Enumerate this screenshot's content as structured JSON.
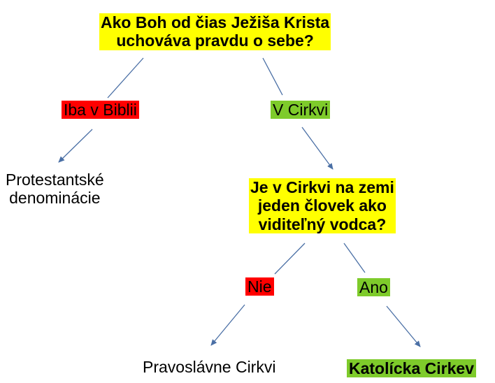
{
  "question1": [
    "Ako Boh od čias Ježiša Krista",
    "uchováva pravdu o sebe?"
  ],
  "answer_bible": "Iba v Biblii",
  "answer_church": "V Cirkvi",
  "result_protestant": [
    "Protestantské",
    "denominácie"
  ],
  "question2": [
    "Je v Cirkvi na zemi",
    "jeden človek ako",
    "viditeľný vodca?"
  ],
  "answer_no": "Nie",
  "answer_yes": "Ano",
  "result_orthodox": "Pravoslávne Cirkvi",
  "result_catholic": "Katolícka Cirkev",
  "colors": {
    "question": "#ffff00",
    "no": "#ff0000",
    "yes": "#7ecb2b",
    "arrow": "#4a6fa5"
  }
}
